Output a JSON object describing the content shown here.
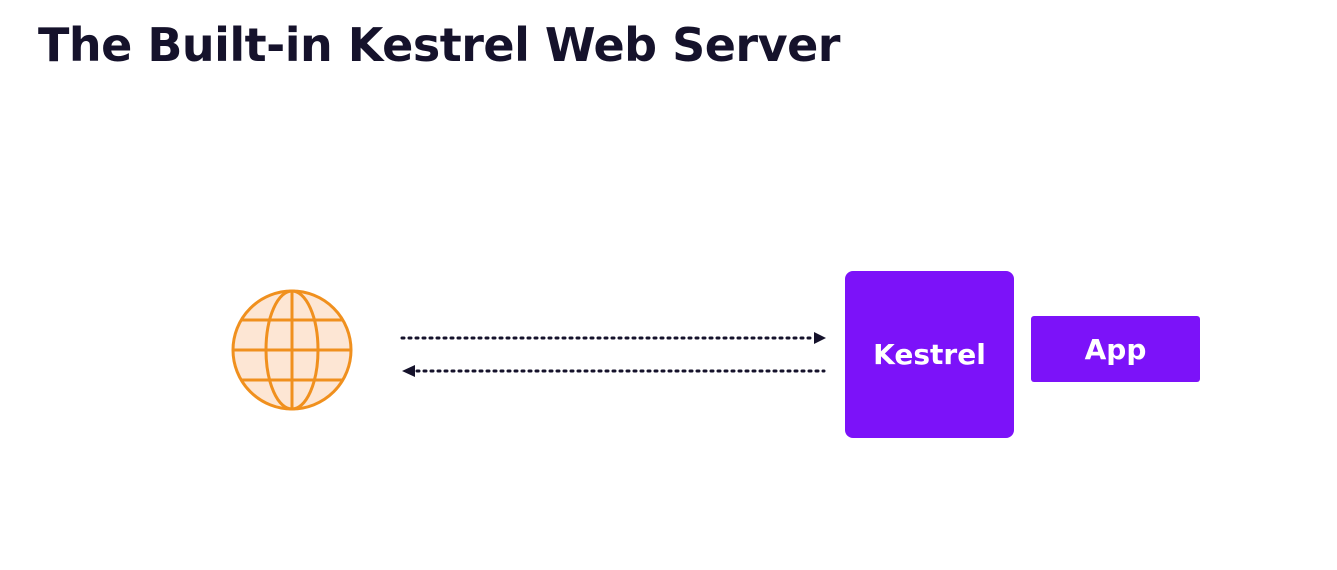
{
  "title": "The Built-in Kestrel Web Server",
  "diagram": {
    "client_icon": "globe-icon",
    "connection": {
      "request_direction": "client-to-server",
      "response_direction": "server-to-client",
      "style": "dotted"
    },
    "server_label": "Kestrel",
    "app_label": "App",
    "colors": {
      "title": "#15122b",
      "globe_stroke": "#f0901e",
      "globe_fill": "#fde6d4",
      "arrow": "#15122b",
      "box": "#7c12f9",
      "box_text": "#ffffff"
    }
  }
}
